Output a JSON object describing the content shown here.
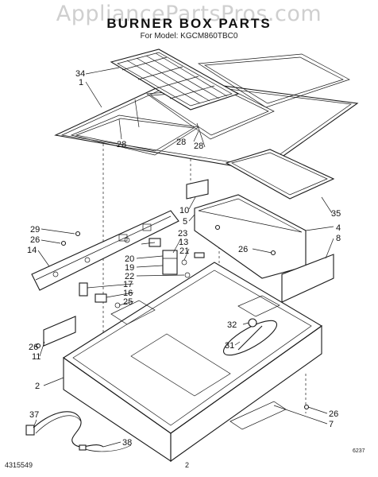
{
  "watermark": "AppliancePartsPros.com",
  "title": "BURNER BOX PARTS",
  "model": "For Model: KGCM860TBC0",
  "footer": {
    "doc_number": "4315549",
    "page_number": "2",
    "code": "6237"
  },
  "callouts": {
    "c34": "34",
    "c1": "1",
    "c28a": "28",
    "c28b": "28",
    "c28c": "28",
    "c10": "10",
    "c5": "5",
    "c35": "35",
    "c4": "4",
    "c8": "8",
    "c26a": "26",
    "c29": "29",
    "c26b": "26",
    "c14": "14",
    "c23": "23",
    "c13": "13",
    "c21": "21",
    "c20": "20",
    "c19": "19",
    "c22": "22",
    "c17": "17",
    "c16": "16",
    "c25": "25",
    "c32": "32",
    "c31": "31",
    "c26c": "26",
    "c11": "11",
    "c2": "2",
    "c37": "37",
    "c38": "38",
    "c26d": "26",
    "c7": "7"
  }
}
